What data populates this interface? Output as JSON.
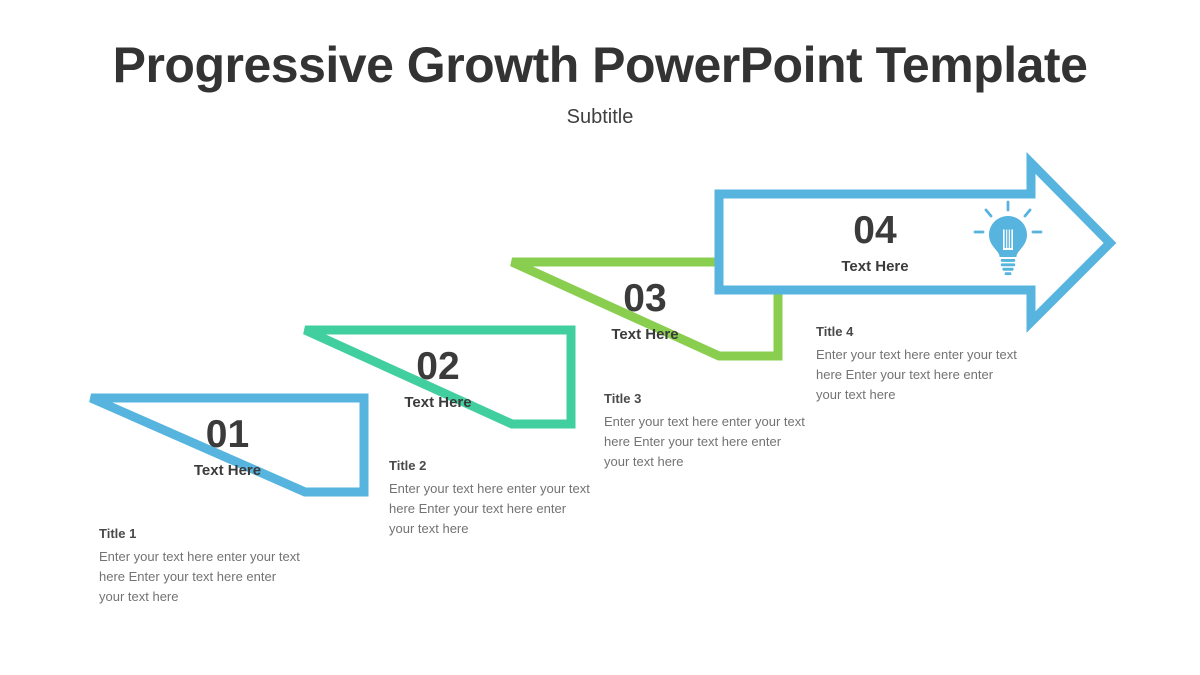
{
  "slide": {
    "title": "Progressive Growth PowerPoint Template",
    "subtitle": "Subtitle"
  },
  "colors": {
    "step1": "#56B4DF",
    "step2": "#42CFA0",
    "step3": "#8ACE4F",
    "step4": "#56B4DF",
    "number_text": "#3b3b3b",
    "desc_title": "#4a4a4a",
    "desc_body": "#737373",
    "background": "#ffffff"
  },
  "steps": [
    {
      "number": "01",
      "caption": "Text Here",
      "color": "#56B4DF",
      "desc_title": "Title 1",
      "desc_body": "Enter your text here enter your text here Enter your text here enter your text here",
      "icon": null
    },
    {
      "number": "02",
      "caption": "Text Here",
      "color": "#42CFA0",
      "desc_title": "Title 2",
      "desc_body": "Enter your text here enter your text here Enter your text here enter your text here",
      "icon": null
    },
    {
      "number": "03",
      "caption": "Text Here",
      "color": "#8ACE4F",
      "desc_title": "Title 3",
      "desc_body": "Enter your text here enter your text here Enter your text here enter your text here",
      "icon": null
    },
    {
      "number": "04",
      "caption": "Text Here",
      "color": "#56B4DF",
      "desc_title": "Title 4",
      "desc_body": "Enter your text here enter your text here Enter your text here enter your text here",
      "icon": "lightbulb-icon"
    }
  ]
}
